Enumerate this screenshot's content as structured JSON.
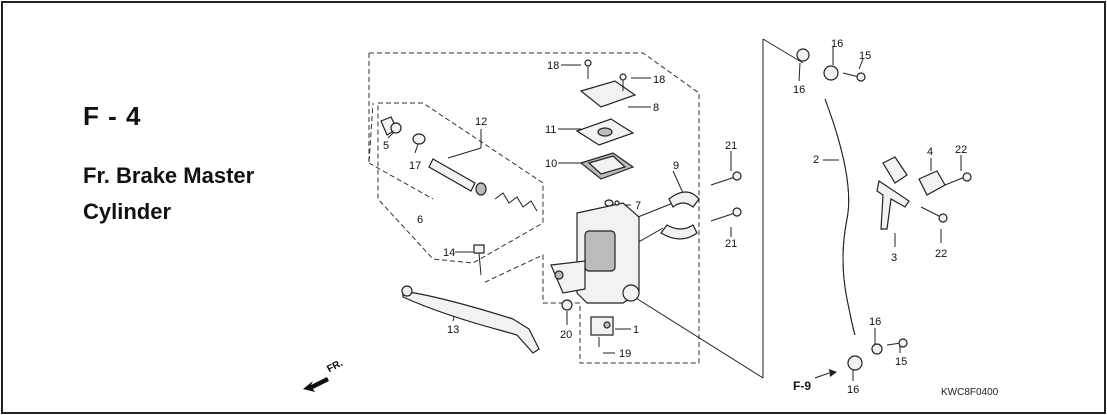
{
  "title": {
    "section": "F - 4",
    "name_line1": "Fr. Brake Master",
    "name_line2": "Cylinder"
  },
  "catalog_code": "KWC8F0400",
  "reference": "F-9",
  "direction_label": "FR.",
  "callouts": [
    "1",
    "2",
    "3",
    "4",
    "5",
    "6",
    "7",
    "8",
    "9",
    "10",
    "11",
    "12",
    "13",
    "14",
    "15",
    "15",
    "16",
    "16",
    "16",
    "16",
    "17",
    "18",
    "18",
    "19",
    "20",
    "21",
    "21",
    "22",
    "22"
  ]
}
